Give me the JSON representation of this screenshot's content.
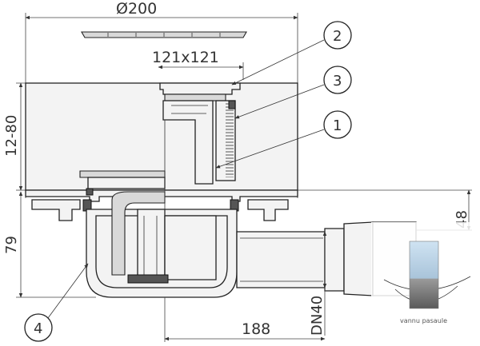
{
  "dimensions": {
    "diameter": "Ø200",
    "grate_size": "121x121",
    "height_range": "12-80",
    "height_79": "79",
    "height_48": "48",
    "pipe_dn": "DN40",
    "width_188": "188"
  },
  "callouts": [
    "2",
    "3",
    "1",
    "4"
  ],
  "logo": {
    "text": "vannu pasaule"
  },
  "colors": {
    "line": "#222222",
    "part_fill": "#f3f3f3",
    "shade": "#d9d9d9"
  }
}
